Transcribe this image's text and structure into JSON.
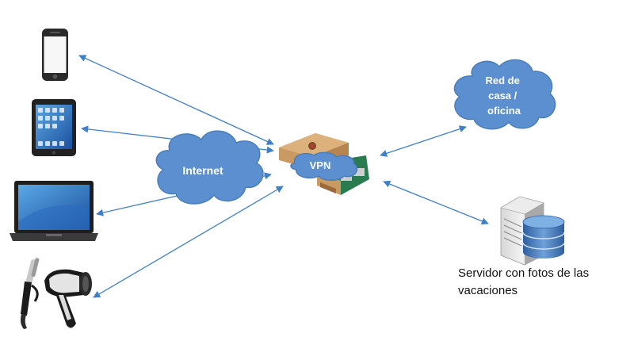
{
  "diagram": {
    "clouds": {
      "internet": "Internet",
      "vpn": "VPN",
      "home_network_lines": [
        "Red de",
        "casa /",
        "oficina"
      ]
    },
    "server_caption": "Servidor con fotos de las vacaciones",
    "icons": {
      "phone": "smartphone-icon",
      "tablet": "tablet-icon",
      "laptop": "laptop-icon",
      "appliances": "hair-appliances-icon",
      "raspberry": "raspberry-pi-case-icon",
      "server": "server-database-icon"
    },
    "colors": {
      "cloud_fill": "#5b8fcf",
      "cloud_stroke": "#4a7ebb",
      "arrow": "#3f7fc8"
    }
  }
}
